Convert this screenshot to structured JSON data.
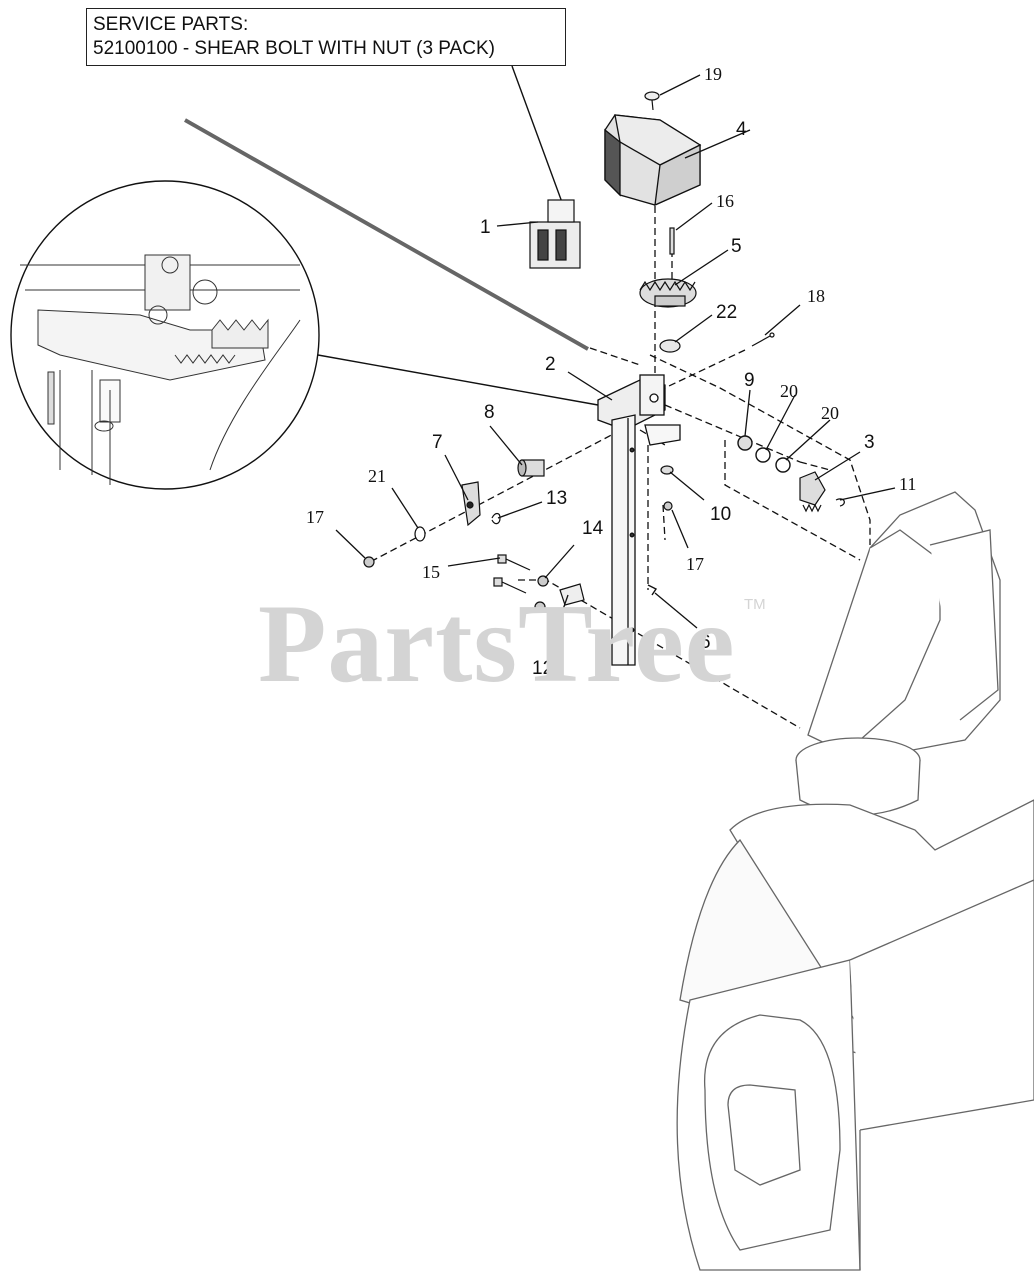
{
  "service_box": {
    "line1": "SERVICE PARTS:",
    "line2": "52100100 - SHEAR BOLT WITH NUT (3 PACK)"
  },
  "watermark": {
    "text": "PartsTree",
    "tm": "TM"
  },
  "callouts": [
    {
      "id": "1",
      "font": "sans"
    },
    {
      "id": "2",
      "font": "sans"
    },
    {
      "id": "3",
      "font": "sans"
    },
    {
      "id": "4",
      "font": "sans"
    },
    {
      "id": "5",
      "font": "sans"
    },
    {
      "id": "6",
      "font": "sans"
    },
    {
      "id": "7",
      "font": "sans"
    },
    {
      "id": "8",
      "font": "sans"
    },
    {
      "id": "9",
      "font": "sans"
    },
    {
      "id": "10",
      "font": "sans"
    },
    {
      "id": "11",
      "font": "serif"
    },
    {
      "id": "12",
      "font": "sans"
    },
    {
      "id": "13",
      "font": "sans"
    },
    {
      "id": "14",
      "font": "sans"
    },
    {
      "id": "15",
      "font": "serif"
    },
    {
      "id": "16",
      "font": "serif"
    },
    {
      "id": "17",
      "font": "serif"
    },
    {
      "id": "17",
      "font": "serif"
    },
    {
      "id": "18",
      "font": "serif"
    },
    {
      "id": "19",
      "font": "serif"
    },
    {
      "id": "20",
      "font": "serif"
    },
    {
      "id": "20",
      "font": "serif"
    },
    {
      "id": "21",
      "font": "serif"
    },
    {
      "id": "22",
      "font": "sans"
    }
  ]
}
